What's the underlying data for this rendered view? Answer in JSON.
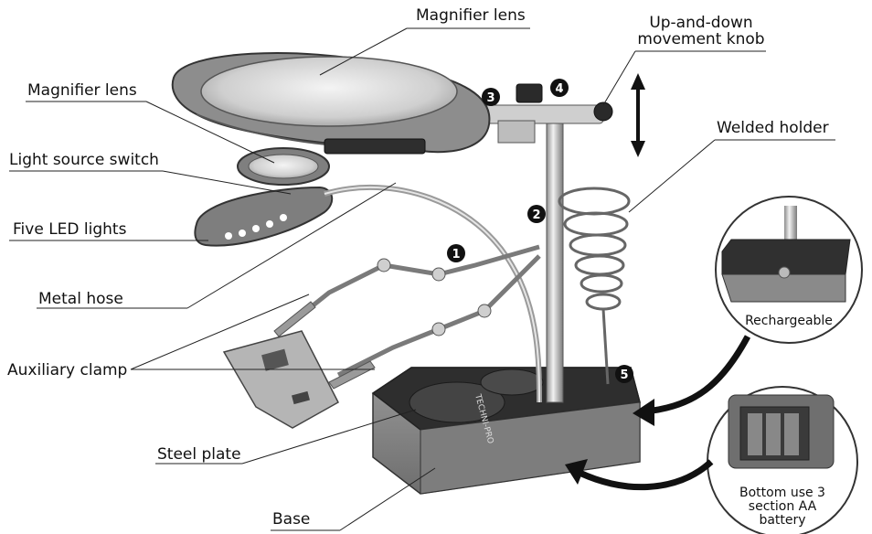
{
  "labels": {
    "magnifier_lens_top": "Magnifier lens",
    "magnifier_lens_left": "Magnifier lens",
    "up_down_knob": "Up-and-down movement knob",
    "welded_holder": "Welded holder",
    "light_switch": "Light source switch",
    "five_led": "Five LED lights",
    "metal_hose": "Metal hose",
    "aux_clamp": "Auxiliary clamp",
    "steel_plate": "Steel plate",
    "base": "Base"
  },
  "insets": {
    "rechargeable": "Rechargeable",
    "battery": "Bottom use 3 section AA battery"
  },
  "brand": "TECHNI-PRO",
  "markers": [
    "1",
    "2",
    "3",
    "4",
    "5"
  ],
  "colors": {
    "line": "#222222",
    "body_gray": "#8a8a8a",
    "dark": "#3a3a3a",
    "metal": "#cfcfcf"
  }
}
